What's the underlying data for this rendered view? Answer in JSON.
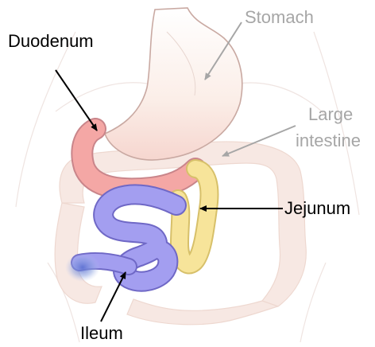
{
  "labels": {
    "duodenum": "Duodenum",
    "stomach": "Stomach",
    "large_intestine_line1": "Large",
    "large_intestine_line2": "intestine",
    "jejunum": "Jejunum",
    "ileum": "Ileum"
  },
  "colors": {
    "duodenum": "#f2a0a0",
    "jejunum": "#f5e08a",
    "ileum": "#9b95e8",
    "leader_dark": "#000000",
    "leader_grey": "#a6a6a6"
  }
}
